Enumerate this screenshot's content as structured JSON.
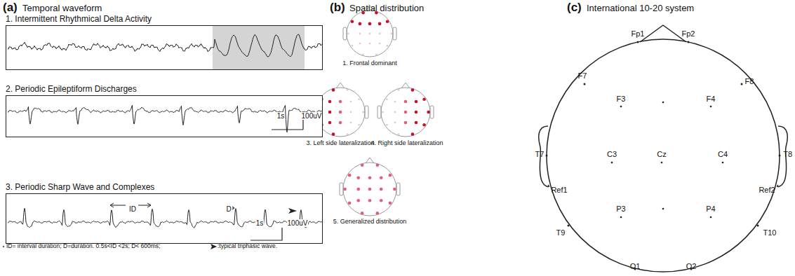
{
  "diagram": {
    "nodes": [
      {
        "text": [
          "1. Intermittent Rhythmical Delta Activity"
        ]
      },
      {
        "text": [
          "2. Periodic Epileptiform Discharges"
        ]
      },
      {
        "text": [
          "3. Periodic Sharp Wave and Complexes"
        ]
      }
    ],
    "labels": [
      "(a)",
      "Temporal waveform",
      "(b)",
      "Spatial distribution",
      "(c)",
      "International 10-20 system",
      "1s",
      "100uV",
      "ID",
      "D",
      "1s",
      "100uV",
      "ID= interval duration; D=duration.  0.5s<ID <2s;  D< 600ms;",
      ":typical triphasic wave.",
      "1. Frontal dominant",
      "3. Left side lateralization",
      "4. Right side lateralization",
      "5. Generalized distribution",
      "Fp1",
      "Fp2",
      "F7",
      "F3",
      "F4",
      "F8",
      "T7",
      "C3",
      "Cz",
      "C4",
      "T8",
      "Ref1",
      "Ref2",
      "P3",
      "P4",
      "T9",
      "T10",
      "O1",
      "O2"
    ]
  }
}
